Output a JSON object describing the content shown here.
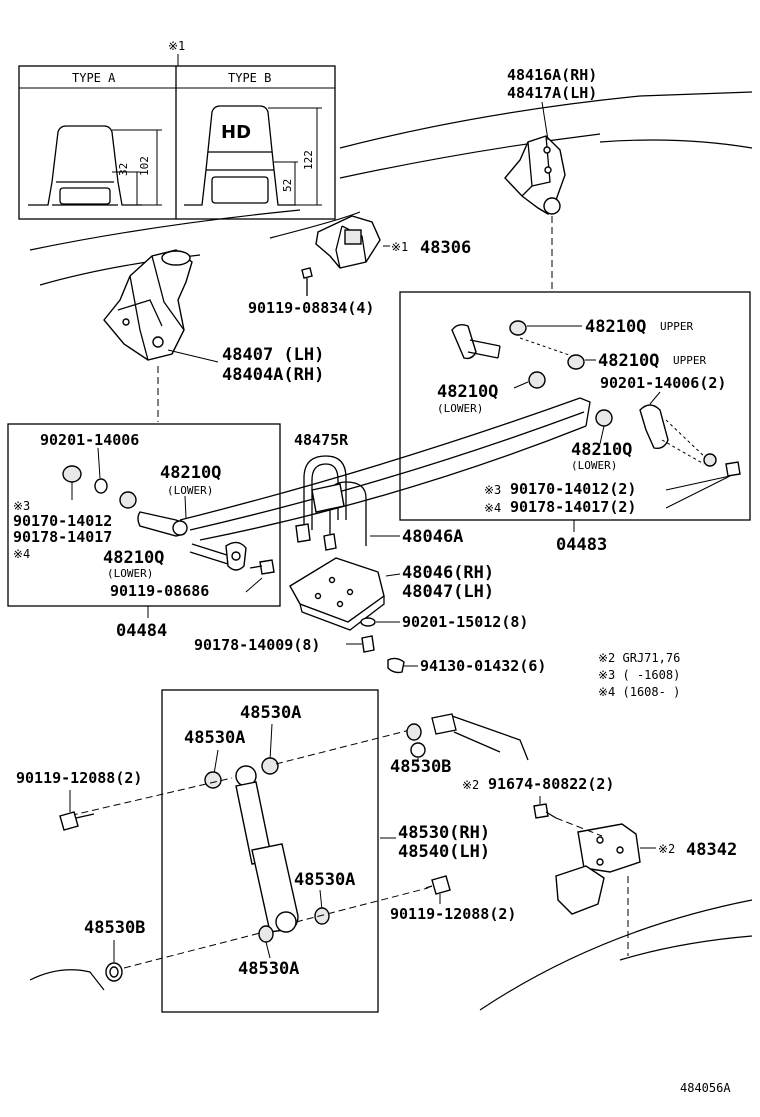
{
  "inset": {
    "ref_mark": "※1",
    "type_a": {
      "label": "TYPE A",
      "dim_small": "32",
      "dim_large": "102"
    },
    "type_b": {
      "label": "TYPE B",
      "stamp": "HD",
      "dim_small": "52",
      "dim_large": "122"
    }
  },
  "parts": {
    "p48416": "48416A(RH)",
    "p48417": "48417A(LH)",
    "p48306_mark": "※1",
    "p48306": "48306",
    "p90119_08834": "90119-08834(4)",
    "p48407": "48407 (LH)",
    "p48404": "48404A(RH)",
    "r_48210_upper1": "48210Q",
    "r_upper1_note": "UPPER",
    "r_48210_upper2": "48210Q",
    "r_upper2_note": "UPPER",
    "r_48210_lower1": "48210Q",
    "r_lower1_note": "(LOWER)",
    "r_90201_14006": "90201-14006(2)",
    "r_48210_lower2": "48210Q",
    "r_lower2_note": "(LOWER)",
    "r_mark3": "※3",
    "r_90170": "90170-14012(2)",
    "r_mark4": "※4",
    "r_90178": "90178-14017(2)",
    "asm_04483": "04483",
    "l_90201": "90201-14006",
    "l_48210_a": "48210Q",
    "l_lower_a": "(LOWER)",
    "l_mark3": "※3",
    "l_90170": "90170-14012",
    "l_90178": "90178-14017",
    "l_mark4": "※4",
    "l_48210_b": "48210Q",
    "l_lower_b": "(LOWER)",
    "l_90119_08686": "90119-08686",
    "asm_04484": "04484",
    "p48475": "48475R",
    "p48046A": "48046A",
    "p48046": "48046(RH)",
    "p48047": "48047(LH)",
    "p90201_15012": "90201-15012(8)",
    "p90178_14009": "90178-14009(8)",
    "p94130": "94130-01432(6)",
    "legend_2": "※2 GRJ71,76",
    "legend_3": "※3 (      -1608)",
    "legend_4": "※4 (1608-      )",
    "s_48530A_1": "48530A",
    "s_48530A_2": "48530A",
    "s_48530B_1": "48530B",
    "s_90119_12088_l": "90119-12088(2)",
    "s_mark2a": "※2",
    "s_91674": "91674-80822(2)",
    "s_48530": "48530(RH)",
    "s_48540": "48540(LH)",
    "s_mark2b": "※2",
    "s_48342": "48342",
    "s_48530A_3": "48530A",
    "s_90119_12088_r": "90119-12088(2)",
    "s_48530B_2": "48530B",
    "s_48530A_4": "48530A"
  },
  "figure_id": "484056A"
}
